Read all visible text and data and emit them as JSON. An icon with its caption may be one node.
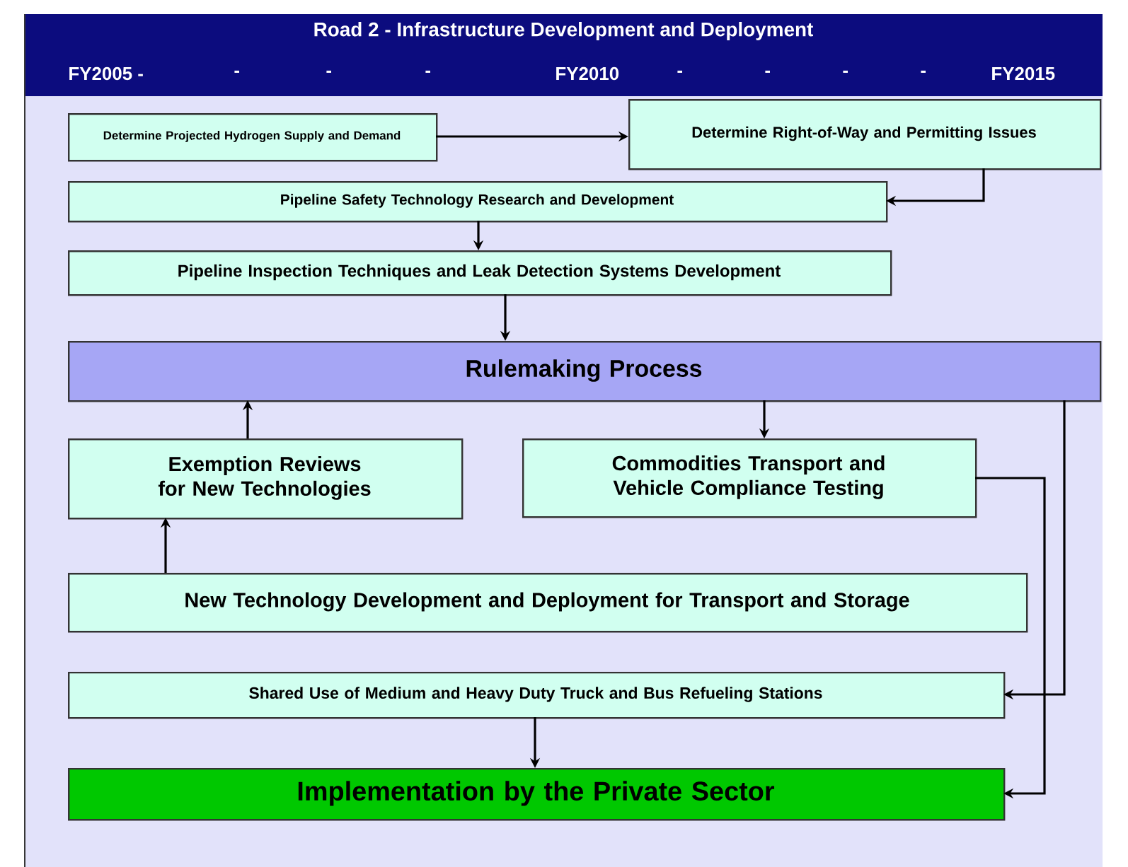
{
  "diagram": {
    "title": "Road 2 - Infrastructure Development and Deployment",
    "nodes": [
      {
        "text": [
          "Determine Projected Hydrogen Supply and Demand"
        ]
      },
      {
        "text": [
          "Determine Right-of-Way and Permitting Issues"
        ]
      },
      {
        "text": [
          "Pipeline Safety Technology Research and Development"
        ]
      },
      {
        "text": [
          "Pipeline Inspection Techniques and Leak Detection Systems Development"
        ]
      },
      {
        "text": [
          "Rulemaking Process"
        ]
      },
      {
        "text": [
          "Exemption Reviews for New Technologies"
        ]
      },
      {
        "text": [
          "Commodities Transport and Vehicle Compliance Testing"
        ]
      },
      {
        "text": [
          "New Technology Development and Deployment for Transport and Storage"
        ]
      },
      {
        "text": [
          "Shared Use of Medium and Heavy Duty Truck and Bus Refueling Stations"
        ]
      },
      {
        "text": [
          "Implementation by the Private Sector"
        ]
      }
    ],
    "edges": [
      {
        "from": 0,
        "to": 1,
        "arrow": "to"
      },
      {
        "from": 1,
        "to": 2,
        "arrow": "to"
      },
      {
        "from": 2,
        "to": 3,
        "arrow": "to"
      },
      {
        "from": 3,
        "to": 4,
        "arrow": "to"
      },
      {
        "from": 5,
        "to": 4,
        "arrow": "to"
      },
      {
        "from": 4,
        "to": 6,
        "arrow": "to"
      },
      {
        "from": 7,
        "to": 5,
        "arrow": "to"
      },
      {
        "from": 4,
        "to": 8,
        "arrow": "to"
      },
      {
        "from": 6,
        "to": 9,
        "arrow": "to"
      },
      {
        "from": 8,
        "to": 9,
        "arrow": "to"
      }
    ],
    "labels": [
      "FY2005 -",
      "-",
      "-",
      "-",
      "FY2010",
      "-",
      "-",
      "-",
      "-",
      "FY2015"
    ]
  }
}
